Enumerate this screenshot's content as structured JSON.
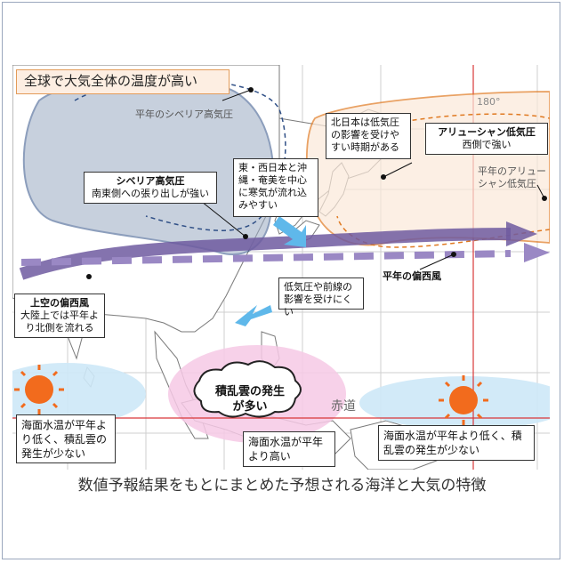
{
  "title": "全球で大気全体の温度が高い",
  "caption": "数値予報結果をもとにまとめた予想される海洋と大気の特徴",
  "labels": {
    "normal_siberian_high": "平年のシベリア高気圧",
    "longitude_180": "180°",
    "normal_aleutian_low": "平年のアリューシャン低気圧",
    "equator": "赤道",
    "normal_westerly": "平年の偏西風"
  },
  "boxes": {
    "siberian_high_title": "シベリア高気圧",
    "siberian_high_desc": "南東側への張り出しが強い",
    "cold_air": "東・西日本と沖縄・奄美を中心に寒気が流れ込みやすい",
    "north_japan": "北日本は低気圧の影響を受けやすい時期がある",
    "aleutian_low_title": "アリューシャン低気圧",
    "aleutian_low_desc": "西側で強い",
    "upper_westerly_title": "上空の偏西風",
    "upper_westerly_desc": "大陸上では平年より北側を流れる",
    "low_front": "低気圧や前線の影響を受けにくい",
    "cumulonimbus": "積乱雲の発生が多い",
    "sst_west": "海面水温が平年より低く、積乱雲の発生が少ない",
    "sst_center": "海面水温が平年より高い",
    "sst_east": "海面水温が平年より低く、積乱雲の発生が少ない"
  },
  "colors": {
    "siberian_high": "#2f4f86",
    "aleutian_low": "#e07a22",
    "westerly_actual": "#6e5aa0",
    "westerly_normal": "#9a88c4",
    "equator_line": "#d9383a",
    "convection": "#f3c6e3",
    "cool_sea": "#cfe8f6",
    "sun": "#f26b1d"
  }
}
